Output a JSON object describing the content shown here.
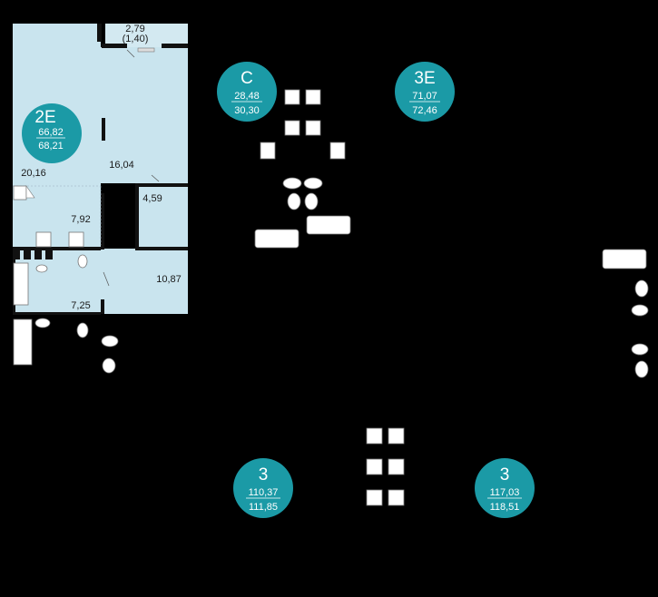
{
  "colors": {
    "background": "#000000",
    "floor": "#c9e4ee",
    "wall": "#111111",
    "badge": "#1b9aa6",
    "fixture": "#ffffff"
  },
  "apartment": {
    "rooms": {
      "living": "20,16",
      "kitchen_living": "16,04",
      "hall": "7,92",
      "bath_1": "4,59",
      "bedroom": "10,87",
      "bath_2": "7,25",
      "balcony": "2,79",
      "balcony_reduced": "(1,40)"
    }
  },
  "badges": [
    {
      "code": "2E",
      "area_living": "66,82",
      "area_total": "68,21"
    },
    {
      "code": "С",
      "area_living": "28,48",
      "area_total": "30,30"
    },
    {
      "code": "3E",
      "area_living": "71,07",
      "area_total": "72,46"
    },
    {
      "code": "3",
      "area_living": "110,37",
      "area_total": "111,85"
    },
    {
      "code": "3",
      "area_living": "117,03",
      "area_total": "118,51"
    }
  ],
  "icons": {
    "stove": "stove-icon",
    "sink": "sink-icon",
    "toilet": "toilet-icon",
    "bathtub": "bathtub-icon",
    "washbasin": "washbasin-icon"
  }
}
